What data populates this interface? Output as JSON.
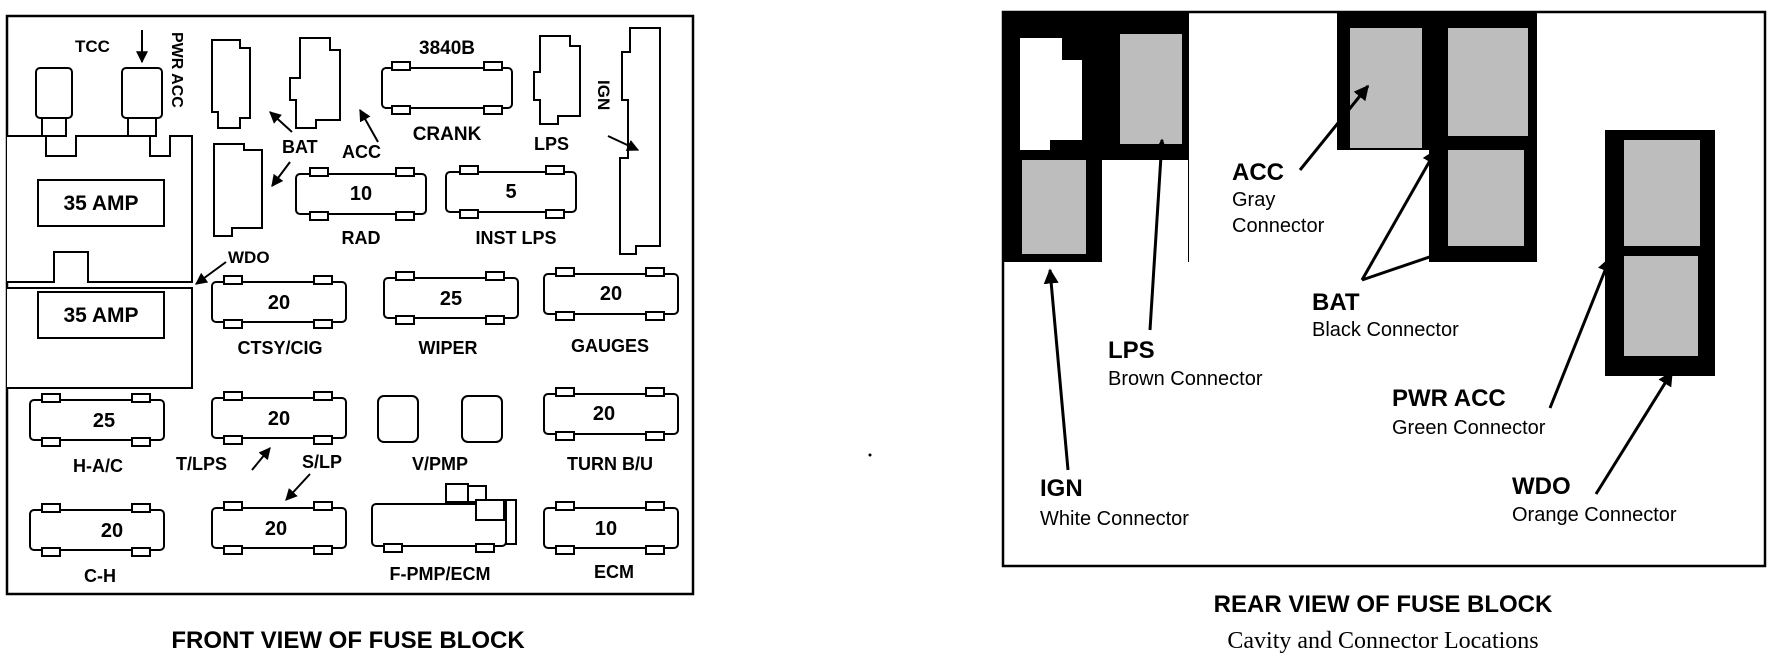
{
  "front": {
    "caption": "FRONT VIEW OF FUSE BLOCK",
    "labels": {
      "tcc": "TCC",
      "pwr_acc": "PWR ACC",
      "relay_3840b": "3840B",
      "crank": "CRANK",
      "bat": "BAT",
      "acc": "ACC",
      "lps_top": "LPS",
      "ign": "IGN",
      "wdo": "WDO",
      "t_lps": "T/LPS",
      "s_lp": "S/LP"
    },
    "main_fuses": [
      "35 AMP",
      "35 AMP"
    ],
    "fuses": [
      {
        "value": "10",
        "label": "RAD"
      },
      {
        "value": "5",
        "label": "INST LPS"
      },
      {
        "value": "20",
        "label": "CTSY/CIG"
      },
      {
        "value": "25",
        "label": "WIPER"
      },
      {
        "value": "20",
        "label": "GAUGES"
      },
      {
        "value": "25",
        "label": "H-A/C"
      },
      {
        "value": "20",
        "label": ""
      },
      {
        "value": "",
        "label": "V/PMP"
      },
      {
        "value": "20",
        "label": "TURN B/U"
      },
      {
        "value": "20",
        "label": "C-H"
      },
      {
        "value": "20",
        "label": ""
      },
      {
        "value": "",
        "label": "F-PMP/ECM"
      },
      {
        "value": "10",
        "label": "ECM"
      }
    ]
  },
  "rear": {
    "caption_line1": "REAR VIEW OF FUSE BLOCK",
    "caption_line2": "Cavity and Connector Locations",
    "connectors": [
      {
        "name": "ACC",
        "desc": "Gray Connector"
      },
      {
        "name": "BAT",
        "desc": "Black Connector"
      },
      {
        "name": "LPS",
        "desc": "Brown Connector"
      },
      {
        "name": "PWR ACC",
        "desc": "Green Connector"
      },
      {
        "name": "IGN",
        "desc": "White Connector"
      },
      {
        "name": "WDO",
        "desc": "Orange Connector"
      }
    ]
  },
  "colors": {
    "ink": "#000000",
    "paper": "#ffffff",
    "cavity_gray": "#bdbdbd"
  }
}
